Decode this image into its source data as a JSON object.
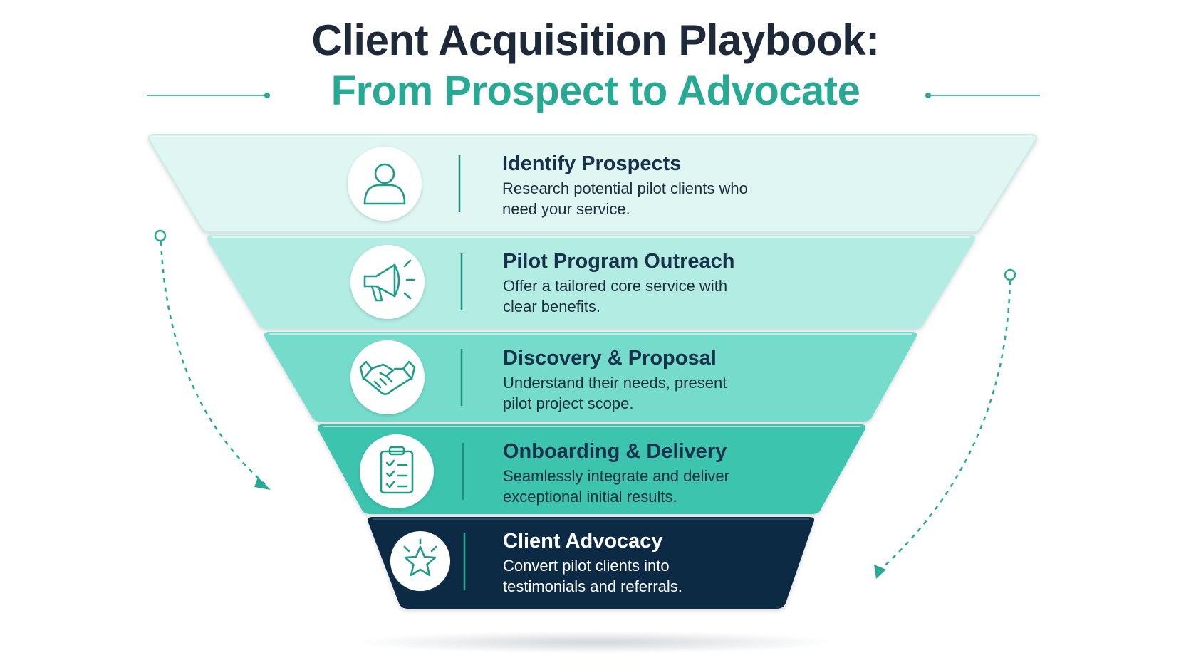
{
  "title": {
    "line1": "Client Acquisition Playbook:",
    "line2": "From Prospect to Advocate"
  },
  "colors": {
    "title_dark": "#1e2a3a",
    "accent": "#27a994",
    "stage_fills": [
      "#dff6f3",
      "#b2ece2",
      "#74dccb",
      "#3dc4ae",
      "#0f2a44"
    ]
  },
  "stages": [
    {
      "title": "Identify Prospects",
      "description": "Research potential pilot clients who need your service.",
      "icon": "person-icon"
    },
    {
      "title": "Pilot Program Outreach",
      "description": "Offer a tailored core service with clear benefits.",
      "icon": "megaphone-icon"
    },
    {
      "title": "Discovery & Proposal",
      "description": "Understand their needs, present pilot project scope.",
      "icon": "handshake-icon"
    },
    {
      "title": "Onboarding & Delivery",
      "description": "Seamlessly integrate and deliver exceptional initial results.",
      "icon": "clipboard-checklist-icon"
    },
    {
      "title": "Client Advocacy",
      "description": "Convert pilot clients into testimonials and referrals.",
      "icon": "star-icon"
    }
  ]
}
